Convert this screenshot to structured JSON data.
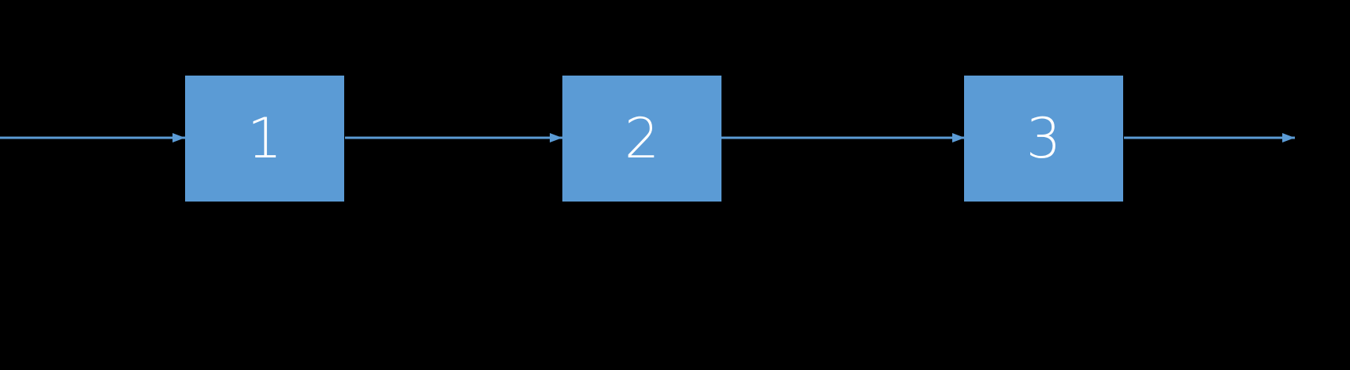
{
  "diagram": {
    "type": "flow",
    "background_color": "#000000",
    "node_fill_color": "#5B9BD5",
    "node_text_color": "#FFFFFF",
    "arrow_color": "#5B9BD5",
    "nodes": [
      {
        "label": "1"
      },
      {
        "label": "2"
      },
      {
        "label": "3"
      }
    ],
    "arrows": [
      {
        "name": "input-arrow",
        "from": "start",
        "to": "node-1"
      },
      {
        "name": "arrow-node-1-to-node-2",
        "from": "node-1",
        "to": "node-2"
      },
      {
        "name": "arrow-node-2-to-node-3",
        "from": "node-2",
        "to": "node-3"
      },
      {
        "name": "output-arrow",
        "from": "node-3",
        "to": "end"
      }
    ]
  }
}
